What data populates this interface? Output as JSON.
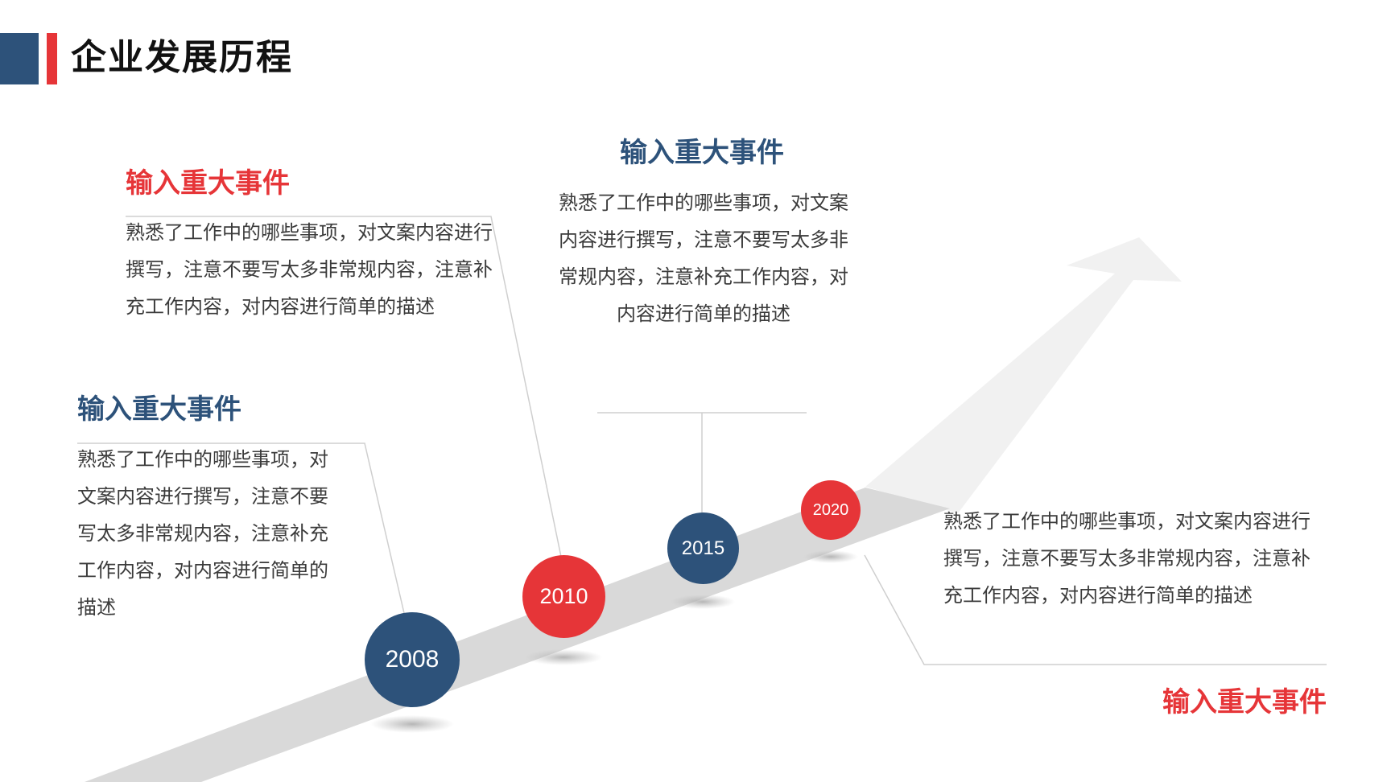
{
  "header": {
    "title": "企业发展历程"
  },
  "colors": {
    "blue": "#2d527a",
    "red": "#e63538",
    "road": "#d9d9d9",
    "arrow": "#f1f1f1",
    "leader": "#cfcfcf"
  },
  "years": [
    "2008",
    "2010",
    "2015",
    "2020"
  ],
  "events": [
    {
      "title": "输入重大事件",
      "desc": "熟悉了工作中的哪些事项，对文案内容进行撰写，注意不要写太多非常规内容，注意补充工作内容，对内容进行简单的描述"
    },
    {
      "title": "输入重大事件",
      "desc": "熟悉了工作中的哪些事项，对文案内容进行撰写，注意不要写太多非常规内容，注意补充工作内容，对内容进行简单的描述"
    },
    {
      "title": "输入重大事件",
      "desc": "熟悉了工作中的哪些事项，对文案内容进行撰写，注意不要写太多非常规内容，注意补充工作内容，对内容进行简单的描述"
    },
    {
      "title": "输入重大事件",
      "desc": "熟悉了工作中的哪些事项，对文案内容进行撰写，注意不要写太多非常规内容，注意补充工作内容，对内容进行简单的描述"
    }
  ]
}
